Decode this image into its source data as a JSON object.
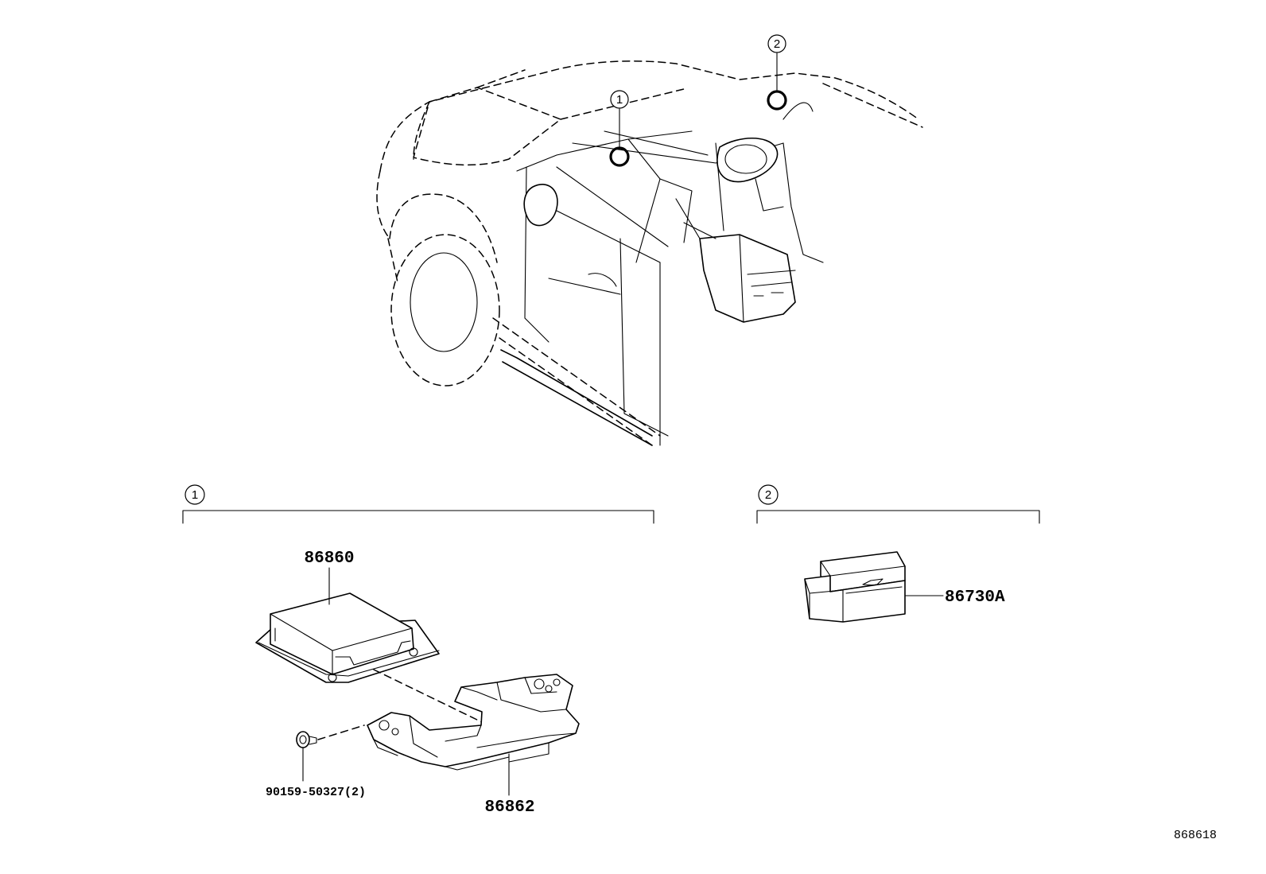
{
  "callouts": {
    "one": "1",
    "two": "2"
  },
  "sections": [
    {
      "marker": "1"
    },
    {
      "marker": "2"
    }
  ],
  "parts": {
    "ecu": "86860",
    "bracket": "86862",
    "bolt": "90159-50327(2)",
    "sensor": "86730A"
  },
  "diagram_ref": "868618",
  "icons": {
    "callout_marker": "circled-number-icon",
    "location_marker": "location-ring-icon"
  }
}
